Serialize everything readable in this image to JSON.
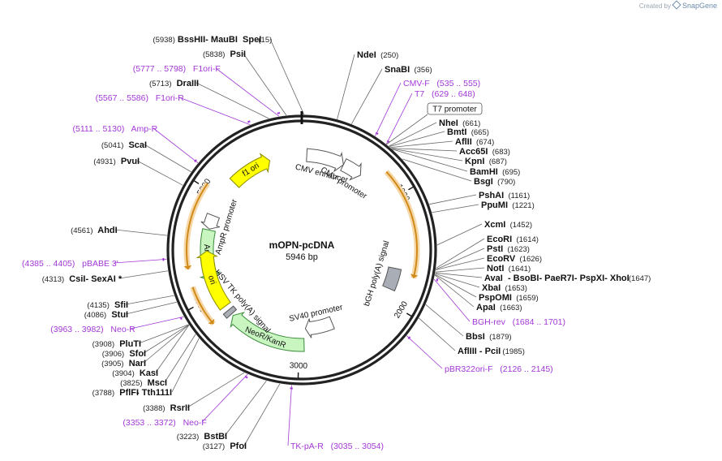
{
  "credit": {
    "prefix": "Created by",
    "brand": "SnapGene"
  },
  "plasmid": {
    "name": "mOPN-pcDNA",
    "length_label": "5946 bp",
    "length": 5946
  },
  "ticks": [
    {
      "pos": 1000,
      "label": "1000"
    },
    {
      "pos": 2000,
      "label": "2000"
    },
    {
      "pos": 3000,
      "label": "3000"
    },
    {
      "pos": 4000,
      "label": "4000"
    },
    {
      "pos": 5000,
      "label": "5000"
    }
  ],
  "features": [
    {
      "name": "f1 ori",
      "start": 5200,
      "end": 5620,
      "ring": 1,
      "dir": "fwd",
      "color": "#ffff00",
      "stroke": "#8a8a00"
    },
    {
      "name": "CMV enhancer",
      "start": 50,
      "end": 430,
      "ring": 1,
      "dir": "fwd",
      "color": "#ffffff",
      "stroke": "#555555"
    },
    {
      "name": "CMV promoter",
      "start": 430,
      "end": 630,
      "ring": 1,
      "dir": "fwd",
      "color": "#ffffff",
      "stroke": "#555555"
    },
    {
      "name": "AmpR promoter",
      "start": 4670,
      "end": 4810,
      "ring": 1,
      "dir": "rev",
      "color": "#ffffff",
      "stroke": "#555555"
    },
    {
      "name": "AmpR",
      "start": 4150,
      "end": 4660,
      "ring": 1,
      "dir": "rev",
      "color": "#c8f5c0",
      "stroke": "#3a8a3a"
    },
    {
      "name": "SV40 promoter",
      "start": 2600,
      "end": 2930,
      "ring": 0,
      "dir": "fwd",
      "color": "#ffffff",
      "stroke": "#555555"
    },
    {
      "name": "NeoR/KanR",
      "start": 2950,
      "end": 3740,
      "ring": 1,
      "dir": "fwd",
      "color": "#c8f5c0",
      "stroke": "#3a8a3a"
    },
    {
      "name": "HSV TK poly(A) signal",
      "start": 3760,
      "end": 3810,
      "ring": 1,
      "dir": "none",
      "color": "#a9adb5",
      "stroke": "#555555"
    },
    {
      "name": "ori",
      "start": 3860,
      "end": 4450,
      "ring": 1,
      "dir": "fwd",
      "color": "#ffff00",
      "stroke": "#8a8a00"
    },
    {
      "name": "bGH poly(A) signal",
      "start": 1670,
      "end": 1880,
      "ring": 1,
      "dir": "none",
      "color": "#a9adb5",
      "stroke": "#555555"
    }
  ],
  "orfs": [
    {
      "start": 780,
      "end": 1720,
      "dir": "fwd"
    },
    {
      "start": 3800,
      "end": 4150,
      "dir": "rev"
    },
    {
      "start": 4300,
      "end": 5040,
      "dir": "rev"
    }
  ],
  "sites": [
    {
      "pos": 15,
      "parts": [
        {
          "t": "(5938)",
          "c": "pos"
        },
        {
          "t": " BssHII",
          "c": "name"
        },
        {
          "t": " - MauBI",
          "c": "name"
        },
        {
          "t": "   SpeI",
          "c": "name"
        },
        {
          "t": "  (15)",
          "c": "pos"
        }
      ]
    },
    {
      "pos": 250,
      "parts": [
        {
          "t": "NdeI",
          "c": "name"
        },
        {
          "t": "  (250)",
          "c": "pos"
        }
      ]
    },
    {
      "pos": 356,
      "parts": [
        {
          "t": "SnaBI",
          "c": "name"
        },
        {
          "t": "  (356)",
          "c": "pos"
        }
      ]
    },
    {
      "pos": 542,
      "parts": [
        {
          "t": "CMV-F",
          "c": "primer"
        },
        {
          "t": "   (535 .. 555)",
          "c": "primer"
        }
      ]
    },
    {
      "pos": 638,
      "parts": [
        {
          "t": "T7",
          "c": "primer"
        },
        {
          "t": "   (629 .. 648)",
          "c": "primer"
        }
      ]
    },
    {
      "pos": 661,
      "parts": [
        {
          "t": "NheI",
          "c": "name"
        },
        {
          "t": "  (661)",
          "c": "pos"
        }
      ]
    },
    {
      "pos": 665,
      "parts": [
        {
          "t": "BmtI",
          "c": "name"
        },
        {
          "t": "  (665)",
          "c": "pos"
        }
      ]
    },
    {
      "pos": 674,
      "parts": [
        {
          "t": "AflII",
          "c": "name"
        },
        {
          "t": "  (674)",
          "c": "pos"
        }
      ]
    },
    {
      "pos": 683,
      "parts": [
        {
          "t": "Acc65I",
          "c": "name"
        },
        {
          "t": "  (683)",
          "c": "pos"
        }
      ]
    },
    {
      "pos": 687,
      "parts": [
        {
          "t": "KpnI",
          "c": "name"
        },
        {
          "t": "  (687)",
          "c": "pos"
        }
      ]
    },
    {
      "pos": 695,
      "parts": [
        {
          "t": "BamHI",
          "c": "name"
        },
        {
          "t": "  (695)",
          "c": "pos"
        }
      ]
    },
    {
      "pos": 790,
      "parts": [
        {
          "t": "BsgI",
          "c": "name"
        },
        {
          "t": "  (790)",
          "c": "pos"
        }
      ]
    },
    {
      "pos": 1161,
      "parts": [
        {
          "t": "PshAI",
          "c": "name"
        },
        {
          "t": "  (1161)",
          "c": "pos"
        }
      ]
    },
    {
      "pos": 1221,
      "parts": [
        {
          "t": "PpuMI",
          "c": "name"
        },
        {
          "t": "  (1221)",
          "c": "pos"
        }
      ]
    },
    {
      "pos": 1452,
      "parts": [
        {
          "t": "XcmI",
          "c": "name"
        },
        {
          "t": "  (1452)",
          "c": "pos"
        }
      ]
    },
    {
      "pos": 1614,
      "parts": [
        {
          "t": "EcoRI",
          "c": "name"
        },
        {
          "t": "  (1614)",
          "c": "pos"
        }
      ]
    },
    {
      "pos": 1623,
      "parts": [
        {
          "t": "PstI",
          "c": "name"
        },
        {
          "t": "  (1623)",
          "c": "pos"
        }
      ]
    },
    {
      "pos": 1626,
      "parts": [
        {
          "t": "EcoRV",
          "c": "name"
        },
        {
          "t": "  (1626)",
          "c": "pos"
        }
      ]
    },
    {
      "pos": 1641,
      "parts": [
        {
          "t": "NotI",
          "c": "name"
        },
        {
          "t": "  (1641)",
          "c": "pos"
        }
      ]
    },
    {
      "pos": 1647,
      "parts": [
        {
          "t": "AvaI",
          "c": "name"
        },
        {
          "t": "  - BsoBI",
          "c": "name"
        },
        {
          "t": "  - PaeR7I",
          "c": "name"
        },
        {
          "t": "  - PspXI",
          "c": "name"
        },
        {
          "t": "  - XhoI",
          "c": "name"
        },
        {
          "t": "  (1647)",
          "c": "pos"
        }
      ]
    },
    {
      "pos": 1653,
      "parts": [
        {
          "t": "XbaI",
          "c": "name"
        },
        {
          "t": "  (1653)",
          "c": "pos"
        }
      ]
    },
    {
      "pos": 1659,
      "parts": [
        {
          "t": "PspOMI",
          "c": "name"
        },
        {
          "t": "  (1659)",
          "c": "pos"
        }
      ]
    },
    {
      "pos": 1663,
      "parts": [
        {
          "t": "ApaI",
          "c": "name"
        },
        {
          "t": "  (1663)",
          "c": "pos"
        }
      ]
    },
    {
      "pos": 1692,
      "parts": [
        {
          "t": "BGH-rev",
          "c": "primer"
        },
        {
          "t": "   (1684 .. 1701)",
          "c": "primer"
        }
      ]
    },
    {
      "pos": 1879,
      "parts": [
        {
          "t": "BbsI",
          "c": "name"
        },
        {
          "t": "  (1879)",
          "c": "pos"
        }
      ]
    },
    {
      "pos": 1985,
      "parts": [
        {
          "t": "AflIII",
          "c": "name"
        },
        {
          "t": " - PciI",
          "c": "name"
        },
        {
          "t": "  (1985)",
          "c": "pos"
        }
      ]
    },
    {
      "pos": 2135,
      "parts": [
        {
          "t": "pBR322ori-F",
          "c": "primer"
        },
        {
          "t": "   (2126 .. 2145)",
          "c": "primer"
        }
      ]
    },
    {
      "pos": 3044,
      "parts": [
        {
          "t": "TK-pA-R",
          "c": "primer"
        },
        {
          "t": "   (3035 .. 3054)",
          "c": "primer"
        }
      ]
    },
    {
      "pos": 3127,
      "parts": [
        {
          "t": "(3127)",
          "c": "pos"
        },
        {
          "t": "  PfoI",
          "c": "name"
        }
      ]
    },
    {
      "pos": 3223,
      "parts": [
        {
          "t": "(3223)",
          "c": "pos"
        },
        {
          "t": "  BstBI",
          "c": "name"
        }
      ]
    },
    {
      "pos": 3362,
      "parts": [
        {
          "t": "(3353 .. 3372)",
          "c": "primer"
        },
        {
          "t": "   Neo-F",
          "c": "primer"
        }
      ]
    },
    {
      "pos": 3388,
      "parts": [
        {
          "t": "(3388)",
          "c": "pos"
        },
        {
          "t": "  RsrII",
          "c": "name"
        }
      ]
    },
    {
      "pos": 3788,
      "parts": [
        {
          "t": "(3788)",
          "c": "pos"
        },
        {
          "t": "  PflFI",
          "c": "name"
        },
        {
          "t": " - Tth111I",
          "c": "name"
        }
      ]
    },
    {
      "pos": 3825,
      "parts": [
        {
          "t": "(3825)",
          "c": "pos"
        },
        {
          "t": "  MscI",
          "c": "name"
        }
      ]
    },
    {
      "pos": 3904,
      "parts": [
        {
          "t": "(3904)",
          "c": "pos"
        },
        {
          "t": "  KasI",
          "c": "name"
        }
      ]
    },
    {
      "pos": 3905,
      "parts": [
        {
          "t": "(3905)",
          "c": "pos"
        },
        {
          "t": "  NarI",
          "c": "name"
        }
      ]
    },
    {
      "pos": 3906,
      "parts": [
        {
          "t": "(3906)",
          "c": "pos"
        },
        {
          "t": "  SfoI",
          "c": "name"
        }
      ]
    },
    {
      "pos": 3908,
      "parts": [
        {
          "t": "(3908)",
          "c": "pos"
        },
        {
          "t": "  PluTI",
          "c": "name"
        }
      ]
    },
    {
      "pos": 3972,
      "parts": [
        {
          "t": "(3963 .. 3982)",
          "c": "primer"
        },
        {
          "t": "   Neo-R",
          "c": "primer"
        }
      ]
    },
    {
      "pos": 4086,
      "parts": [
        {
          "t": "(4086)",
          "c": "pos"
        },
        {
          "t": "  StuI",
          "c": "name"
        }
      ]
    },
    {
      "pos": 4135,
      "parts": [
        {
          "t": "(4135)",
          "c": "pos"
        },
        {
          "t": "  SfiI",
          "c": "name"
        }
      ]
    },
    {
      "pos": 4313,
      "parts": [
        {
          "t": "(4313)",
          "c": "pos"
        },
        {
          "t": "  CsiI",
          "c": "name"
        },
        {
          "t": "  - SexAI *",
          "c": "name"
        }
      ]
    },
    {
      "pos": 4395,
      "parts": [
        {
          "t": "(4385 .. 4405)",
          "c": "primer"
        },
        {
          "t": "   pBABE 3'",
          "c": "primer"
        }
      ]
    },
    {
      "pos": 4561,
      "parts": [
        {
          "t": "(4561)",
          "c": "pos"
        },
        {
          "t": "  AhdI",
          "c": "name"
        }
      ]
    },
    {
      "pos": 4931,
      "parts": [
        {
          "t": "(4931)",
          "c": "pos"
        },
        {
          "t": "  PvuI",
          "c": "name"
        }
      ]
    },
    {
      "pos": 5041,
      "parts": [
        {
          "t": "(5041)",
          "c": "pos"
        },
        {
          "t": "  ScaI",
          "c": "name"
        }
      ]
    },
    {
      "pos": 5120,
      "parts": [
        {
          "t": "(5111 .. 5130)",
          "c": "primer"
        },
        {
          "t": "   Amp-R",
          "c": "primer"
        }
      ]
    },
    {
      "pos": 5576,
      "parts": [
        {
          "t": "(5567 .. 5586)",
          "c": "primer"
        },
        {
          "t": "   F1ori-R",
          "c": "primer"
        }
      ]
    },
    {
      "pos": 5713,
      "parts": [
        {
          "t": "(5713)",
          "c": "pos"
        },
        {
          "t": "  DraIII",
          "c": "name"
        }
      ]
    },
    {
      "pos": 5787,
      "parts": [
        {
          "t": "(5777 .. 5798)",
          "c": "primer"
        },
        {
          "t": "   F1ori-F",
          "c": "primer"
        }
      ]
    },
    {
      "pos": 5838,
      "parts": [
        {
          "t": "(5838)",
          "c": "pos"
        },
        {
          "t": "  PsiI",
          "c": "name"
        }
      ]
    }
  ],
  "callouts": [
    {
      "label": "T7 promoter",
      "pos": 640
    }
  ]
}
